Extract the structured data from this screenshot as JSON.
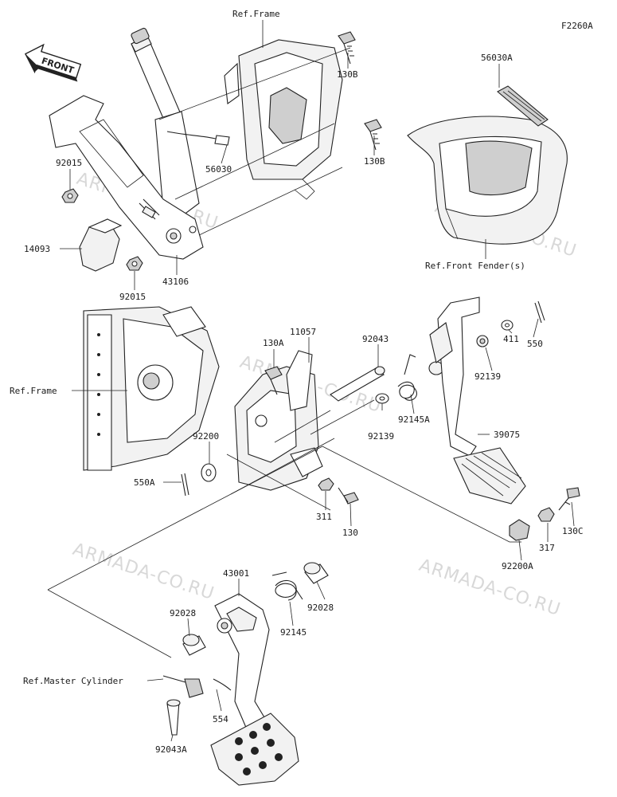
{
  "diagram": {
    "code": "F2260A",
    "direction_arrow": "FRONT",
    "watermark": "ARMADA-CO.RU",
    "references": {
      "frame_top": "Ref.Frame",
      "frame_left": "Ref.Frame",
      "front_fenders": "Ref.Front Fender(s)",
      "master_cylinder": "Ref.Master Cylinder"
    },
    "parts": {
      "p130B_a": "130B",
      "p130B_b": "130B",
      "p56030A": "56030A",
      "p56030": "56030",
      "p92015_a": "92015",
      "p92015_b": "92015",
      "p14093": "14093",
      "p43106": "43106",
      "p11057": "11057",
      "p130A": "130A",
      "p92043": "92043",
      "p92145A": "92145A",
      "p92139_a": "92139",
      "p92139_b": "92139",
      "p411": "411",
      "p550": "550",
      "p39075": "39075",
      "p92200": "92200",
      "p550A": "550A",
      "p311": "311",
      "p130": "130",
      "p317": "317",
      "p130C": "130C",
      "p92200A": "92200A",
      "p43001": "43001",
      "p92028_a": "92028",
      "p92028_b": "92028",
      "p92145": "92145",
      "p554": "554",
      "p92043A": "92043A"
    }
  }
}
